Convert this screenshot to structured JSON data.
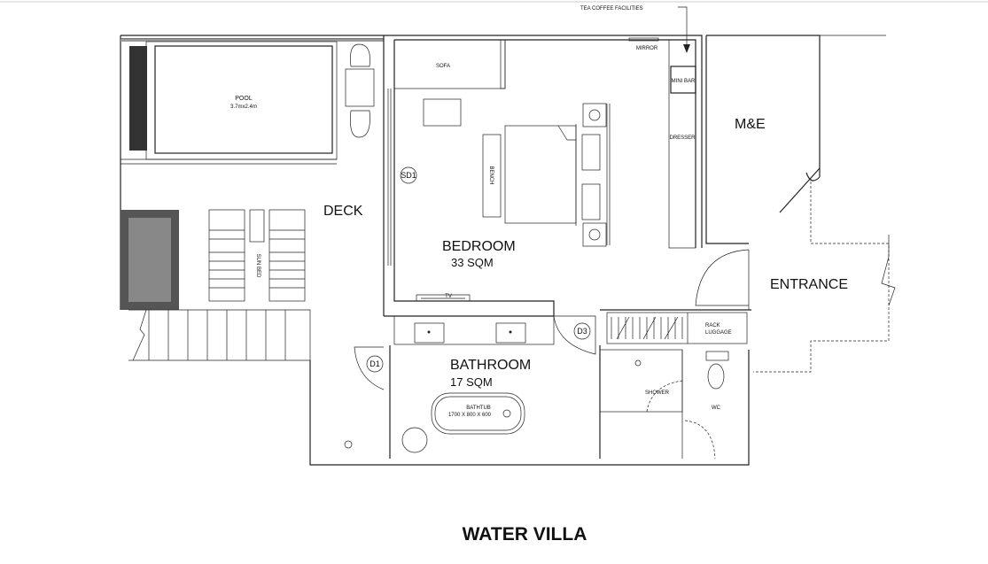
{
  "plan": {
    "title": "WATER VILLA",
    "annotation_tea": "TEA COFFEE FACILITIES",
    "rooms": {
      "bedroom": "BEDROOM",
      "bedroom_area": "33 SQM",
      "bathroom": "BATHROOM",
      "bathroom_area": "17 SQM",
      "deck": "DECK",
      "entrance": "ENTRANCE",
      "mande": "M&E",
      "shower": "SHOWER",
      "wc": "WC"
    },
    "furniture": {
      "pool": "POOL",
      "pool_size": "3.7mx2.4m",
      "sofa": "SOFA",
      "mirror": "MIRROR",
      "mini_bar": "MINI BAR",
      "dresser": "DRESSER",
      "bench": "BENCH",
      "tv": "TV",
      "sun_bed": "SUN BED",
      "rack_luggage_1": "RACK",
      "rack_luggage_2": "LUGGAGE",
      "bathtub": "BATHTUB",
      "bathtub_size": "1700 X 800 X 600"
    },
    "doors": {
      "sd1": "SD1",
      "d1": "D1",
      "d3": "D3"
    }
  }
}
